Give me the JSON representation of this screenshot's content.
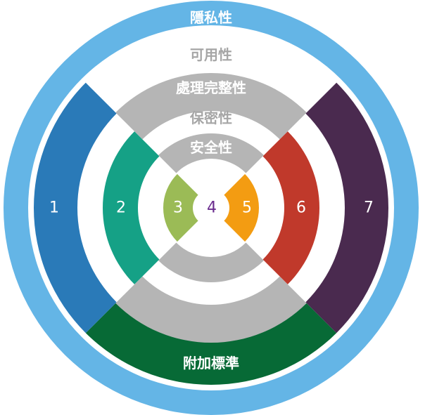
{
  "rings": {
    "privacy": {
      "label": "隱私性",
      "color": "#64b5e6",
      "label_color": "#ffffff"
    },
    "availability": {
      "label": "可用性",
      "label_color": "#a6a6a6"
    },
    "processing_integrity": {
      "label": "處理完整性",
      "color": "#b5b5b5",
      "label_color": "#ffffff"
    },
    "confidentiality": {
      "label": "保密性",
      "label_color": "#a6a6a6"
    },
    "security": {
      "label": "安全性",
      "color": "#b5b5b5",
      "label_color": "#ffffff"
    },
    "additional_criteria": {
      "label": "附加標準",
      "color": "#076a36",
      "label_color": "#ffffff"
    }
  },
  "segments": {
    "s1": {
      "label": "1",
      "color": "#2a7ab8",
      "label_color": "#ffffff"
    },
    "s2": {
      "label": "2",
      "color": "#15a186",
      "label_color": "#ffffff"
    },
    "s3": {
      "label": "3",
      "color": "#9bbb56",
      "label_color": "#ffffff"
    },
    "s4": {
      "label": "4",
      "label_color": "#6a2c8e"
    },
    "s5": {
      "label": "5",
      "color": "#f39c12",
      "label_color": "#ffffff"
    },
    "s6": {
      "label": "6",
      "color": "#c0392b",
      "label_color": "#ffffff"
    },
    "s7": {
      "label": "7",
      "color": "#4a2a4f",
      "label_color": "#ffffff"
    }
  }
}
